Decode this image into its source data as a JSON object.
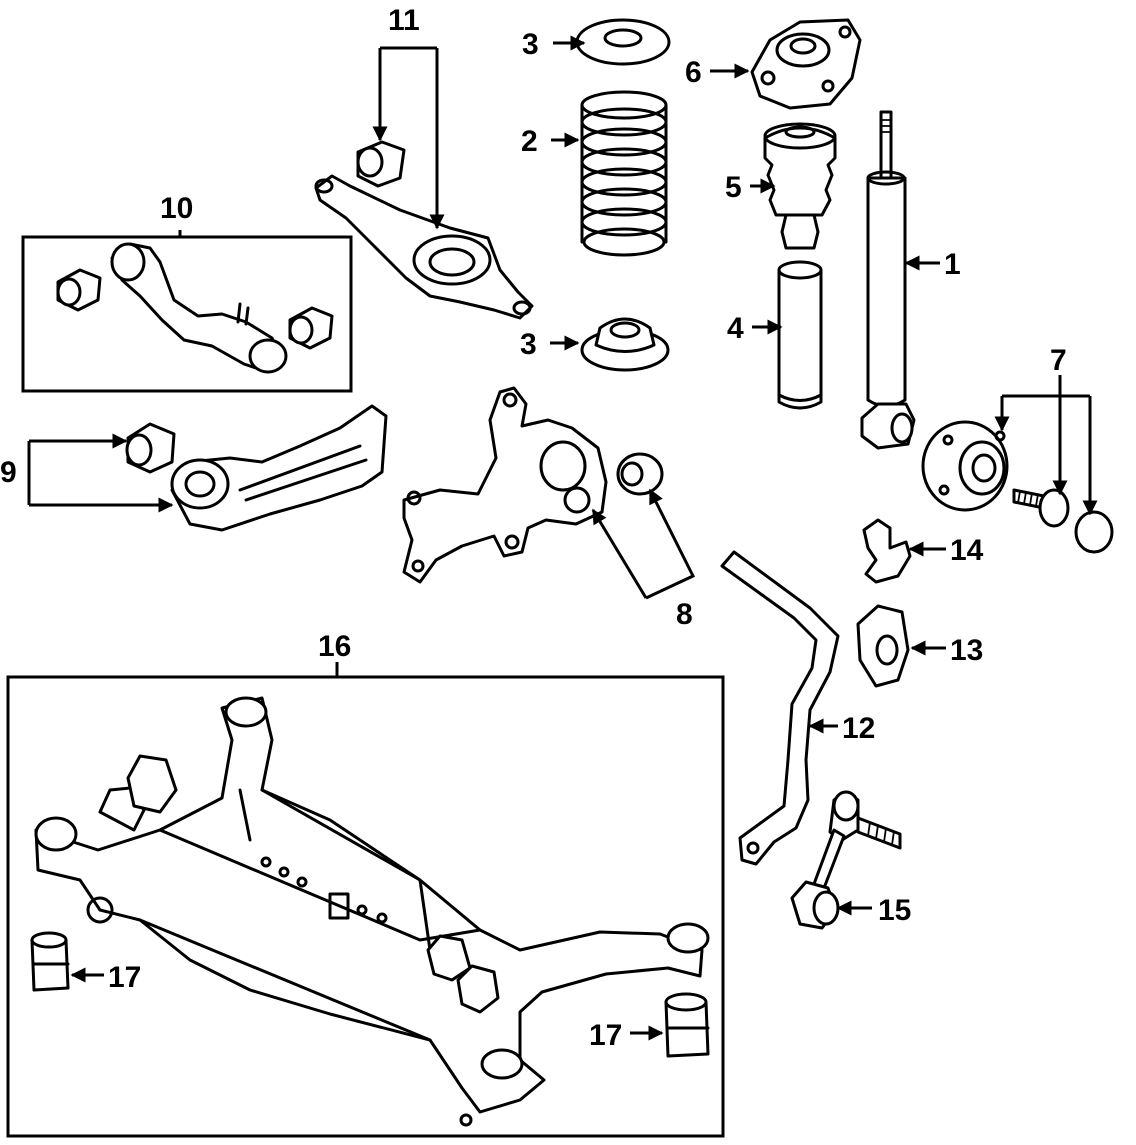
{
  "diagram": {
    "callouts": [
      {
        "id": "c1",
        "label": "1"
      },
      {
        "id": "c2",
        "label": "2"
      },
      {
        "id": "c3a",
        "label": "3"
      },
      {
        "id": "c3b",
        "label": "3"
      },
      {
        "id": "c4",
        "label": "4"
      },
      {
        "id": "c5",
        "label": "5"
      },
      {
        "id": "c6",
        "label": "6"
      },
      {
        "id": "c7",
        "label": "7"
      },
      {
        "id": "c8",
        "label": "8"
      },
      {
        "id": "c9",
        "label": "9"
      },
      {
        "id": "c10",
        "label": "10"
      },
      {
        "id": "c11",
        "label": "11"
      },
      {
        "id": "c12",
        "label": "12"
      },
      {
        "id": "c13",
        "label": "13"
      },
      {
        "id": "c14",
        "label": "14"
      },
      {
        "id": "c15",
        "label": "15"
      },
      {
        "id": "c16",
        "label": "16"
      },
      {
        "id": "c17a",
        "label": "17"
      },
      {
        "id": "c17b",
        "label": "17"
      }
    ]
  }
}
